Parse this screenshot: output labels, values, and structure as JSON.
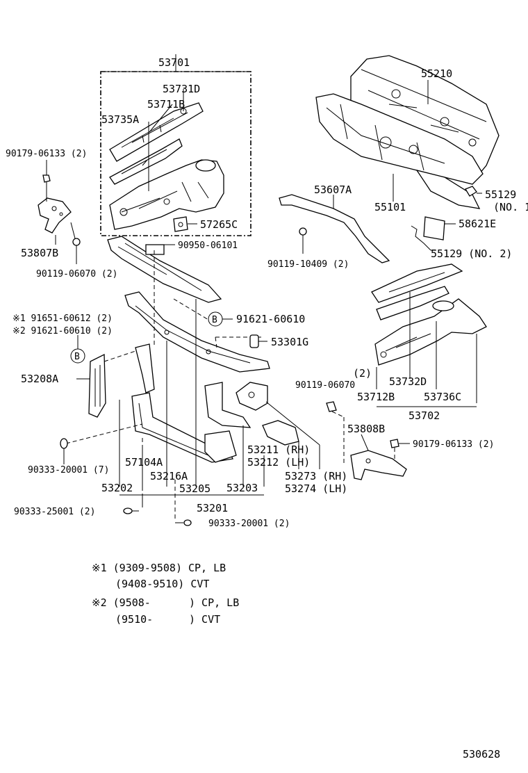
{
  "labels": {
    "l53701": "53701",
    "l53731D": "53731D",
    "l53711B": "53711B",
    "l53735A": "53735A",
    "l57265C": "57265C",
    "l90179a": "90179-06133 (2)",
    "l53807B": "53807B",
    "l90119a": "90119-06070 (2)",
    "l90950": "90950-06101",
    "l55210": "55210",
    "l53607A": "53607A",
    "l55101": "55101",
    "l55129a": "55129",
    "lno1": "(NO. 1",
    "l58621E": "58621E",
    "l55129b": "55129 (NO. 2)",
    "l90119b": "90119-10409 (2)",
    "lmark1": "※1 91651-60612 (2)",
    "lmark2": "※2 91621-60610 (2)",
    "lB1": "B",
    "lB2": "B",
    "l91621": "91621-60610",
    "l53301G": "53301G",
    "l53208A": "53208A",
    "l2": "(2)",
    "l90119c": "90119-06070",
    "l53732D": "53732D",
    "l53712B": "53712B",
    "l53736C": "53736C",
    "l53702": "53702",
    "l53808B": "53808B",
    "l90179b": "90179-06133 (2)",
    "l90333a": "90333-20001 (7)",
    "l57104A": "57104A",
    "l53211": "53211 (RH)",
    "l53212": "53212 (LH)",
    "l53273": "53273 (RH)",
    "l53274": "53274 (LH)",
    "l53202": "53202",
    "l53216A": "53216A",
    "l53205": "53205",
    "l53203": "53203",
    "l53201": "53201",
    "l90333b": "90333-25001 (2)",
    "l90333c": "90333-20001 (2)"
  },
  "notes": {
    "n1a": "※1 (9309-9508) CP, LB",
    "n1b": "(9408-9510) CVT",
    "n2a": "※2 (9508-",
    "n2a2": ") CP, LB",
    "n2b": "(9510-",
    "n2b2": ") CVT"
  },
  "figure_id": "530628"
}
